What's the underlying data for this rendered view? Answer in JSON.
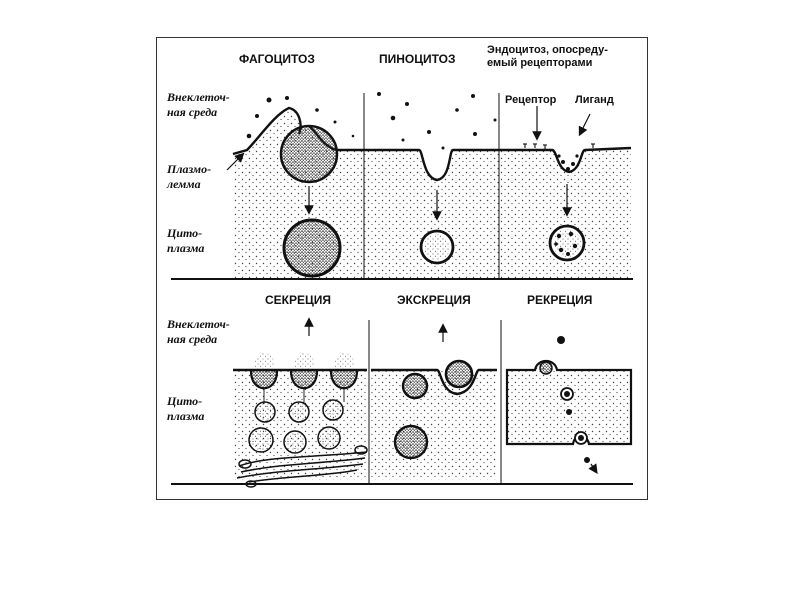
{
  "top": {
    "phagocytosis": "ФАГОЦИТОЗ",
    "pinocytosis": "ПИНОЦИТОЗ",
    "receptor_endocytosis": "Эндоцитоз, опосреду-\nемый рецепторами",
    "receptor": "Рецептор",
    "ligand": "Лиганд"
  },
  "labels_top": {
    "extracellular": "Внеклеточ-\nная среда",
    "plasmalemma": "Плазмо-\nлемма",
    "cytoplasm": "Цито-\nплазма"
  },
  "bottom": {
    "secretion": "СЕКРЕЦИЯ",
    "excretion": "ЭКСКРЕЦИЯ",
    "recretion": "РЕКРЕЦИЯ"
  },
  "labels_bottom": {
    "extracellular": "Внеклеточ-\nная среда",
    "cytoplasm": "Цито-\nплазма"
  },
  "colors": {
    "ink": "#111111",
    "stipple": "#555555",
    "background": "#ffffff"
  }
}
